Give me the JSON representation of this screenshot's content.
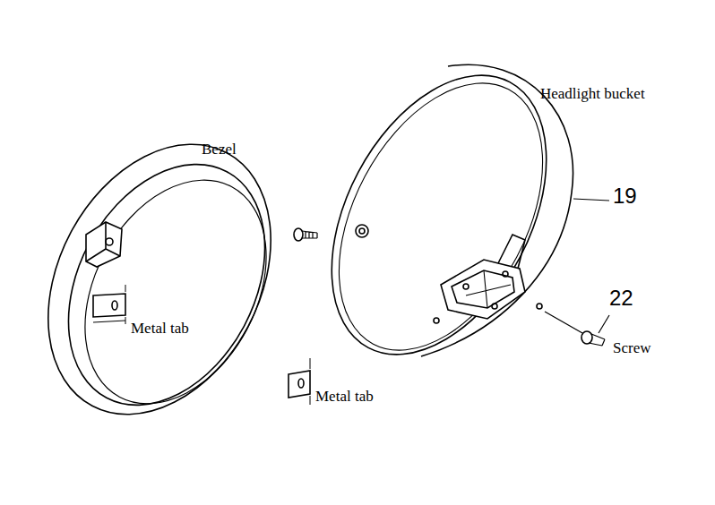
{
  "diagram": {
    "labels": [
      "Headlight bucket",
      "Bezel",
      "19",
      "22",
      "Metal tab",
      "Screw",
      "Metal tab"
    ]
  }
}
